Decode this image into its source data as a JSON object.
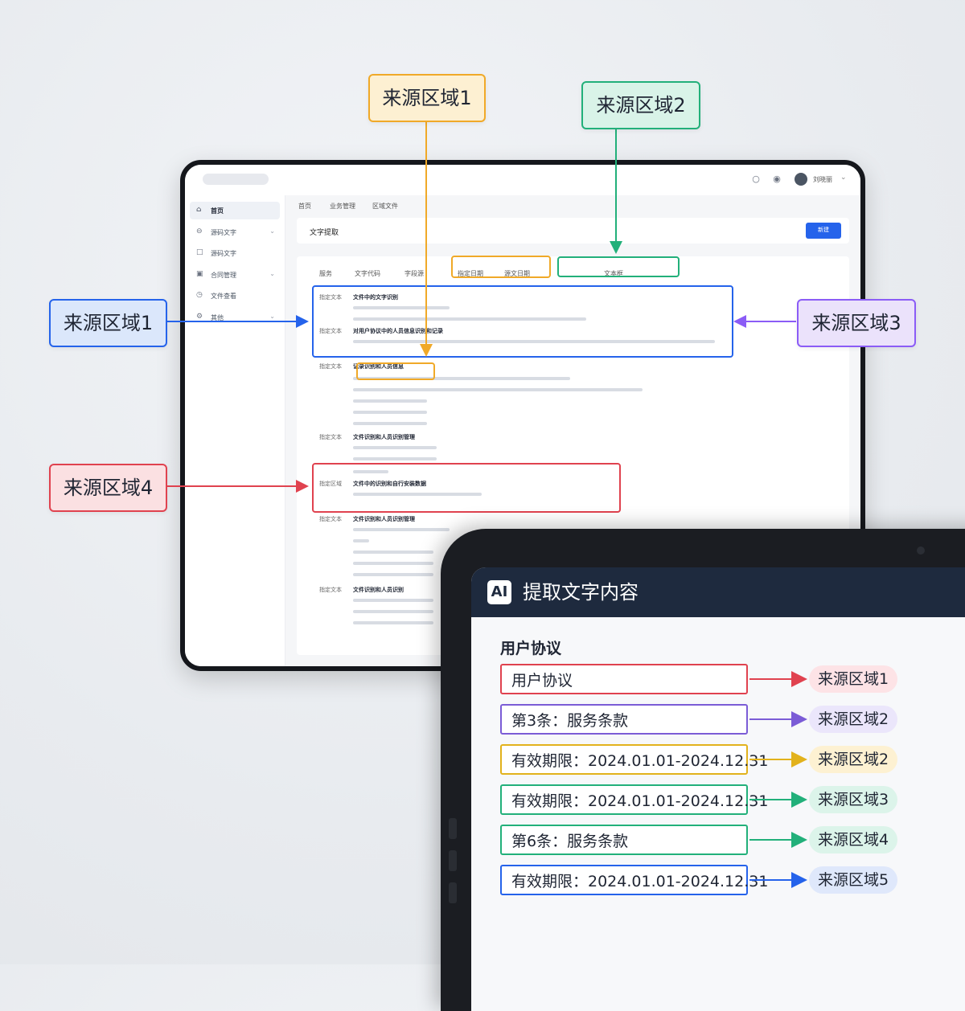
{
  "callouts": {
    "top_left": "来源区域1",
    "top_right": "来源区域2",
    "left_top": "来源区域1",
    "right": "来源区域3",
    "left_bottom": "来源区域4"
  },
  "colors": {
    "orange": "#f0a928",
    "green": "#22b07a",
    "blue": "#2563eb",
    "purple": "#8b5cf6",
    "red": "#e0424f",
    "yellow": "#e2b21c",
    "navy": "#1e2a3e"
  },
  "app": {
    "username": "刘晓丽",
    "sidebar": [
      {
        "label": "首页",
        "icon": "home-icon",
        "active": true
      },
      {
        "label": "源码文字",
        "icon": "circle-icon"
      },
      {
        "label": "源码文字",
        "icon": "doc-icon"
      },
      {
        "label": "合同管理",
        "icon": "box-icon"
      },
      {
        "label": "文件查看",
        "icon": "clock-icon"
      },
      {
        "label": "其他",
        "icon": "settings-icon"
      }
    ],
    "breadcrumbs": [
      "首页",
      "业务管理",
      "区域文件"
    ],
    "card_title": "文字提取",
    "primary_button": "新建",
    "tabs": [
      "服务",
      "文字代码",
      "字段源",
      "指定日期",
      "源文日期",
      "文本框"
    ],
    "rows": [
      {
        "label": "指定文本",
        "title": "文件中的文字识别"
      },
      {
        "label": "指定文本",
        "title": "对用户协议中的人员信息识别和记录"
      },
      {
        "label": "指定文本",
        "title": "记录识别和人员信息"
      },
      {
        "label": "指定文本",
        "title": "文件识别和人员识别管理"
      },
      {
        "label": "指定区域",
        "title": "文件中的识别和自行安装数据"
      },
      {
        "label": "指定文本",
        "title": "文件识别和人员识别管理"
      },
      {
        "label": "指定文本",
        "title": "文件识别和人员识别"
      }
    ]
  },
  "panel": {
    "badge": "AI",
    "title": "提取文字内容",
    "heading": "用户协议",
    "results": [
      {
        "text": "用户协议",
        "tag": "来源区域1",
        "color": "#e0424f",
        "tag_bg": "#fde3e6"
      },
      {
        "text": "第3条：服务条款",
        "tag": "来源区域2",
        "color": "#7b5cd6",
        "tag_bg": "#ebe6fb"
      },
      {
        "text": "有效期限：2024.01.01-2024.12.31",
        "tag": "来源区域2",
        "color": "#e2b21c",
        "tag_bg": "#fdf1d2"
      },
      {
        "text": "有效期限：2024.01.01-2024.12.31",
        "tag": "来源区域3",
        "color": "#22b07a",
        "tag_bg": "#dcf4ea"
      },
      {
        "text": "第6条：服务条款",
        "tag": "来源区域4",
        "color": "#22b07a",
        "tag_bg": "#dcf4ea"
      },
      {
        "text": "有效期限：2024.01.01-2024.12.31",
        "tag": "来源区域5",
        "color": "#2563eb",
        "tag_bg": "#dfe8fb"
      }
    ]
  }
}
